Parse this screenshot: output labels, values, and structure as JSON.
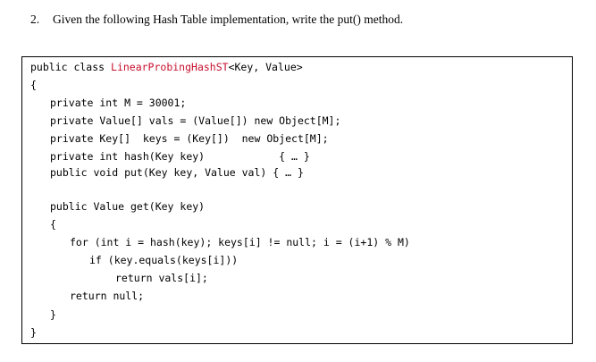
{
  "question": {
    "number": "2.",
    "text": "Given the following Hash Table implementation, write the put() method."
  },
  "code": {
    "line1_prefix": "public class ",
    "class_name": "LinearProbingHashST",
    "line1_suffix": "<Key, Value>",
    "line2": "{",
    "line3": "private int M = 30001;",
    "line4": "private Value[] vals = (Value[]) new Object[M];",
    "line5": "private Key[]  keys = (Key[])  new Object[M];",
    "line6": "private int hash(Key key)            { … }",
    "line7": "public void put(Key key, Value val) { … }",
    "line8": "public Value get(Key key)",
    "line9": "{",
    "line10": "for (int i = hash(key); keys[i] != null; i = (i+1) % M)",
    "line11": "if (key.equals(keys[i]))",
    "line12": "return vals[i];",
    "line13": "return null;",
    "line14": "}",
    "line15": "}"
  },
  "colors": {
    "class_name": "#c8102e"
  }
}
